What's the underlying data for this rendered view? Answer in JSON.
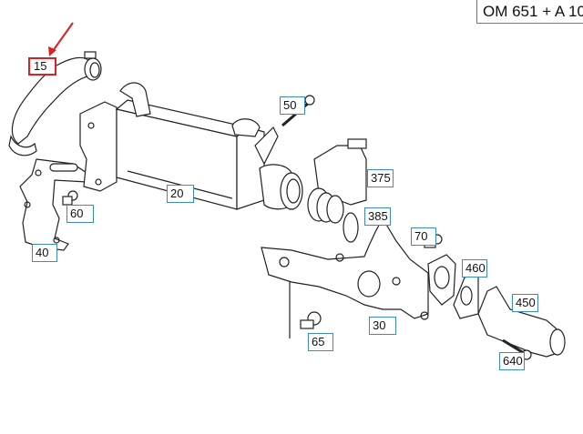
{
  "header": {
    "title": "OM 651 + A 10"
  },
  "highlight": {
    "color": "#e0201f",
    "part": "15"
  },
  "callout_border_color": "#3a8fb7",
  "parts": [
    {
      "id": "15",
      "label": "15",
      "highlighted": true
    },
    {
      "id": "20",
      "label": "20"
    },
    {
      "id": "30",
      "label": "30"
    },
    {
      "id": "40",
      "label": "40"
    },
    {
      "id": "50",
      "label": "50"
    },
    {
      "id": "60",
      "label": "60"
    },
    {
      "id": "65",
      "label": "65"
    },
    {
      "id": "70",
      "label": "70"
    },
    {
      "id": "375",
      "label": "375"
    },
    {
      "id": "385",
      "label": "385"
    },
    {
      "id": "450",
      "label": "450"
    },
    {
      "id": "460",
      "label": "460"
    },
    {
      "id": "640",
      "label": "640"
    }
  ]
}
